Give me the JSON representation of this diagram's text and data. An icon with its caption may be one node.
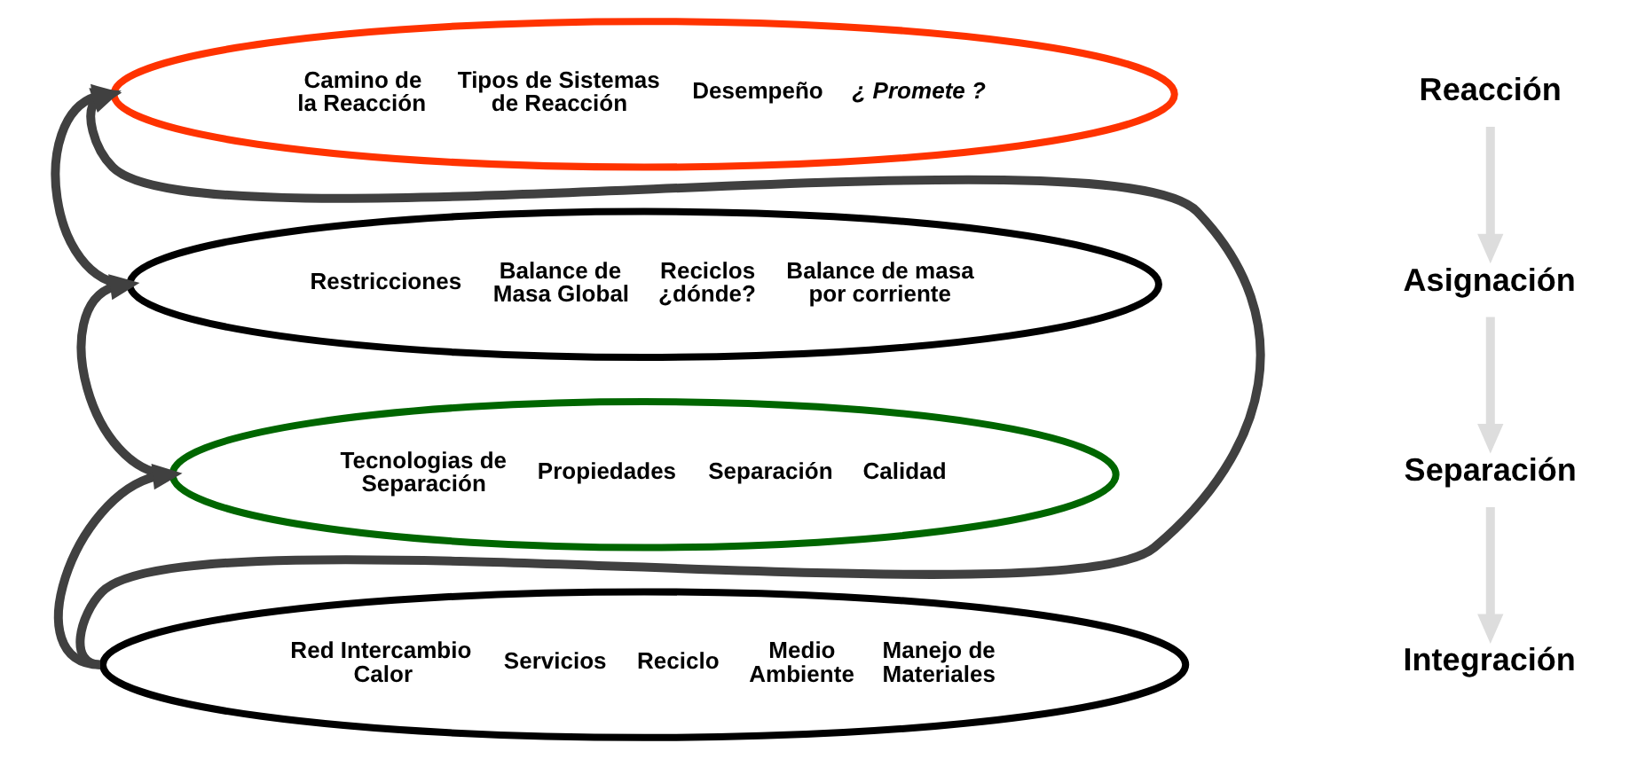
{
  "diagram": {
    "nodes": [
      {
        "text": [
          "Camino de la Reacción",
          "Tipos de Sistemas de Reacción",
          "Desempeño",
          "¿ Promete ?"
        ]
      },
      {
        "text": [
          "Restricciones",
          "Balance de Masa Global",
          "Reciclos ¿dónde?",
          "Balance de masa por corriente"
        ]
      },
      {
        "text": [
          "Tecnologias de Separación",
          "Propiedades",
          "Separación",
          "Calidad"
        ]
      },
      {
        "text": [
          "Red Intercambio Calor",
          "Servicios",
          "Reciclo",
          "Medio Ambiente",
          "Manejo de Materiales"
        ]
      },
      {
        "text": [
          "Reacción"
        ]
      },
      {
        "text": [
          "Asignación"
        ]
      },
      {
        "text": [
          "Separación"
        ]
      },
      {
        "text": [
          "Integración"
        ]
      }
    ],
    "edges": [
      {
        "from": 1,
        "to": 0,
        "arrow": "to"
      },
      {
        "from": 2,
        "to": 1,
        "arrow": "to"
      },
      {
        "from": 3,
        "to": 0,
        "arrow": "to"
      },
      {
        "from": 3,
        "to": 2,
        "arrow": "to"
      },
      {
        "from": 4,
        "to": 5,
        "arrow": "to",
        "color": "#dddddd"
      },
      {
        "from": 5,
        "to": 6,
        "arrow": "to",
        "color": "#dddddd"
      },
      {
        "from": 6,
        "to": 7,
        "arrow": "to",
        "color": "#dddddd"
      }
    ]
  }
}
